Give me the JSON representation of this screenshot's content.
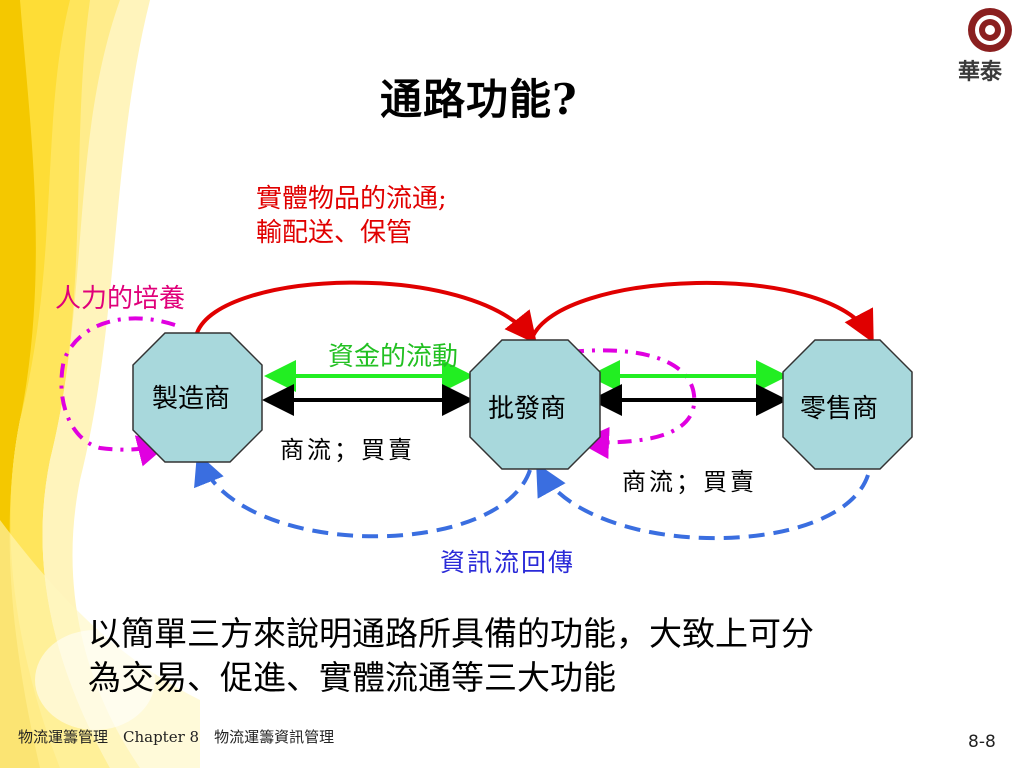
{
  "title": "通路功能?",
  "logo": {
    "label": "華泰"
  },
  "diagram": {
    "nodes": [
      "製造商",
      "批發商",
      "零售商"
    ],
    "physical_flow": {
      "line1": "實體物品的流通;",
      "line2": "輸配送、保管"
    },
    "people_training": "人力的培養",
    "capital_flow": "資金的流動",
    "trade_flow_1": "商流；買賣",
    "trade_flow_2": "商流；買賣",
    "info_feedback": "資訊流回傳"
  },
  "body": {
    "line1": "以簡單三方來說明通路所具備的功能，大致上可分",
    "line2": "為交易、促進、實體流通等三大功能"
  },
  "footer": {
    "left": "物流運籌管理　Chapter  8　物流運籌資訊管理",
    "page": "8-8"
  },
  "colors": {
    "red": "#e00000",
    "magenta": "#e000e0",
    "green": "#22ee22",
    "blue": "#3a6ee0",
    "node_fill": "#a8d8dc"
  }
}
